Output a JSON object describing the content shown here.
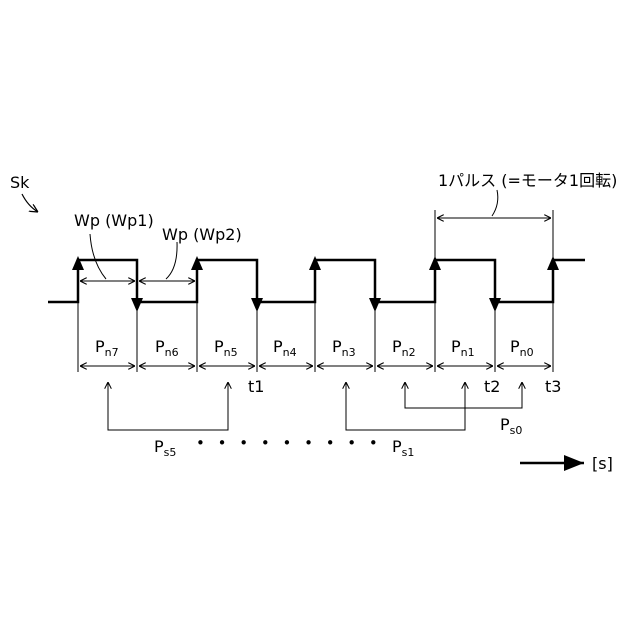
{
  "signal_label": "Sk",
  "wp1_label": "Wp (Wp1)",
  "wp2_label": "Wp (Wp2)",
  "one_pulse_label": "1パルス (=モータ1回転)",
  "period_labels": [
    {
      "main": "P",
      "sub": "n7"
    },
    {
      "main": "P",
      "sub": "n6"
    },
    {
      "main": "P",
      "sub": "n5"
    },
    {
      "main": "P",
      "sub": "n4"
    },
    {
      "main": "P",
      "sub": "n3"
    },
    {
      "main": "P",
      "sub": "n2"
    },
    {
      "main": "P",
      "sub": "n1"
    },
    {
      "main": "P",
      "sub": "n0"
    }
  ],
  "time_labels": {
    "t1": "t1",
    "t2": "t2",
    "t3": "t3"
  },
  "sum_labels": {
    "ps5": {
      "main": "P",
      "sub": "s5"
    },
    "ps1": {
      "main": "P",
      "sub": "s1"
    },
    "ps0": {
      "main": "P",
      "sub": "s0"
    }
  },
  "ellipsis": "• • • • • • • • •",
  "time_axis_label": "[s]"
}
